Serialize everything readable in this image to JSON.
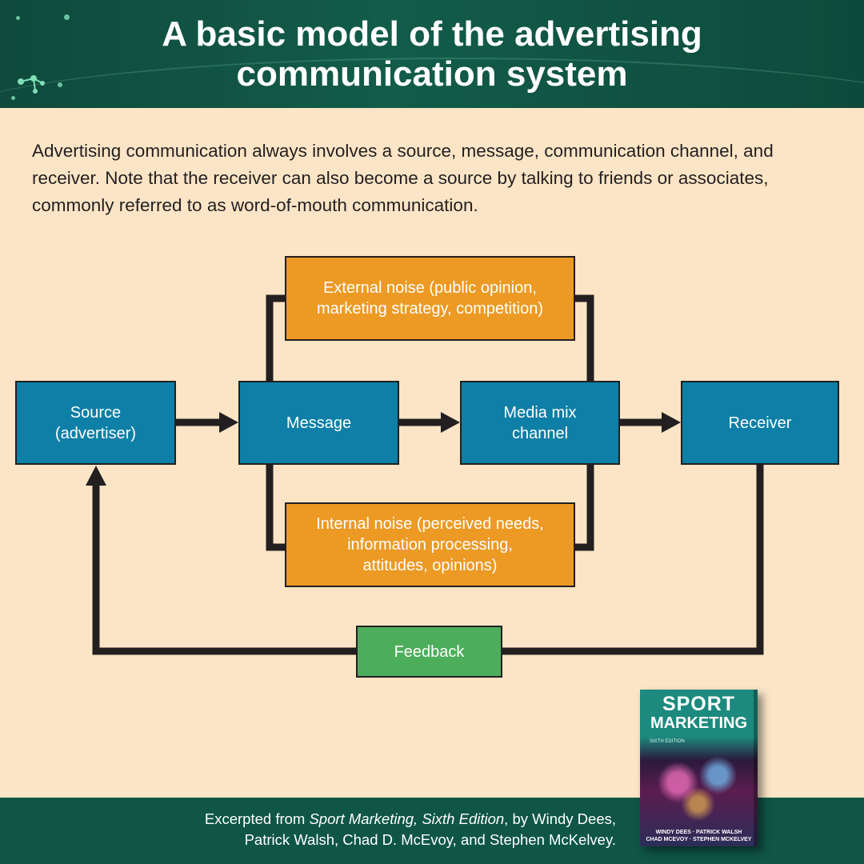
{
  "header": {
    "title_line1": "A basic model of the advertising",
    "title_line2": "communication system"
  },
  "intro_text": "Advertising communication always involves a source, message, communication channel, and receiver. Note that the receiver can also become a source by talking to friends or associates, commonly referred to as word-of-mouth communication.",
  "diagram": {
    "nodes": {
      "source": {
        "line1": "Source",
        "line2": "(advertiser)"
      },
      "message": {
        "label": "Message"
      },
      "media": {
        "line1": "Media mix",
        "line2": "channel"
      },
      "receiver": {
        "label": "Receiver"
      },
      "external_noise": {
        "line1": "External noise (public opinion,",
        "line2": "marketing strategy, competition)"
      },
      "internal_noise": {
        "line1": "Internal noise (perceived needs,",
        "line2": "information processing,",
        "line3": "attitudes, opinions)"
      },
      "feedback": {
        "label": "Feedback"
      }
    },
    "edges": [
      {
        "from": "source",
        "to": "message",
        "arrow": true
      },
      {
        "from": "message",
        "to": "media",
        "arrow": true
      },
      {
        "from": "media",
        "to": "receiver",
        "arrow": true
      },
      {
        "from": "message",
        "to": "external_noise",
        "arrow": false
      },
      {
        "from": "external_noise",
        "to": "media",
        "arrow": false
      },
      {
        "from": "message",
        "to": "internal_noise",
        "arrow": false
      },
      {
        "from": "internal_noise",
        "to": "media",
        "arrow": false
      },
      {
        "from": "receiver",
        "to": "feedback",
        "arrow": false
      },
      {
        "from": "feedback",
        "to": "source",
        "arrow": true
      }
    ],
    "colors": {
      "primary_box": "#0e7fa6",
      "noise_box": "#ec9a24",
      "feedback_box": "#4cae5b",
      "lines": "#231f20"
    }
  },
  "footer": {
    "prefix": "Excerpted from ",
    "book_title": "Sport Marketing, Sixth Edition",
    "suffix": ", by Windy Dees,",
    "line2": "Patrick Walsh, Chad D. McEvoy, and Stephen McKelvey."
  },
  "book_cover": {
    "title1": "SPORT",
    "title2": "MARKETING",
    "edition": "SIXTH EDITION",
    "authors_line1": "WINDY DEES · PATRICK WALSH",
    "authors_line2": "CHAD MCEVOY · STEPHEN MCKELVEY"
  },
  "theme": {
    "header_bg": "#135c4a",
    "footer_bg": "#0f5646",
    "page_bg": "#fbe5c6"
  }
}
